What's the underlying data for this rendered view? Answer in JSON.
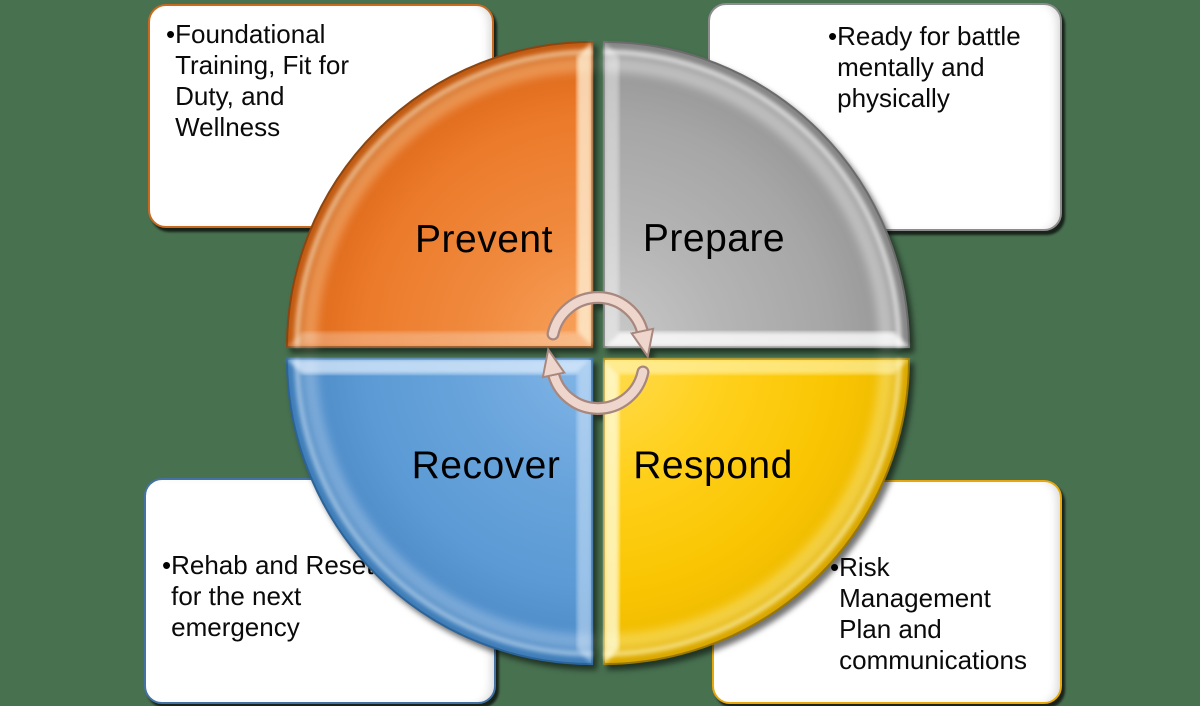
{
  "canvas": {
    "background_color": "#487150"
  },
  "wheel": {
    "center_icon": "cycle-arrows-icon",
    "arrow_color": "#EFD6CD",
    "quadrants": [
      {
        "id": "prevent",
        "label": "Prevent",
        "color": "#ED7D31"
      },
      {
        "id": "prepare",
        "label": "Prepare",
        "color": "#A6A6A6"
      },
      {
        "id": "recover",
        "label": "Recover",
        "color": "#5B9BD5"
      },
      {
        "id": "respond",
        "label": "Respond",
        "color": "#F7C400"
      }
    ]
  },
  "callouts": [
    {
      "id": "prevent-note",
      "bullet": "•",
      "border_color": "#C96A1F",
      "text": "Foundational\nTraining, Fit for\nDuty, and\nWellness"
    },
    {
      "id": "prepare-note",
      "bullet": "•",
      "border_color": "#8C8C8C",
      "text": "Ready for battle\nmentally and\nphysically"
    },
    {
      "id": "recover-note",
      "bullet": "•",
      "border_color": "#4472A4",
      "text": "Rehab and Reset\nfor the next\nemergency"
    },
    {
      "id": "respond-note",
      "bullet": "•",
      "border_color": "#E8A80C",
      "text": "Risk\nManagement\nPlan and\ncommunications"
    }
  ]
}
